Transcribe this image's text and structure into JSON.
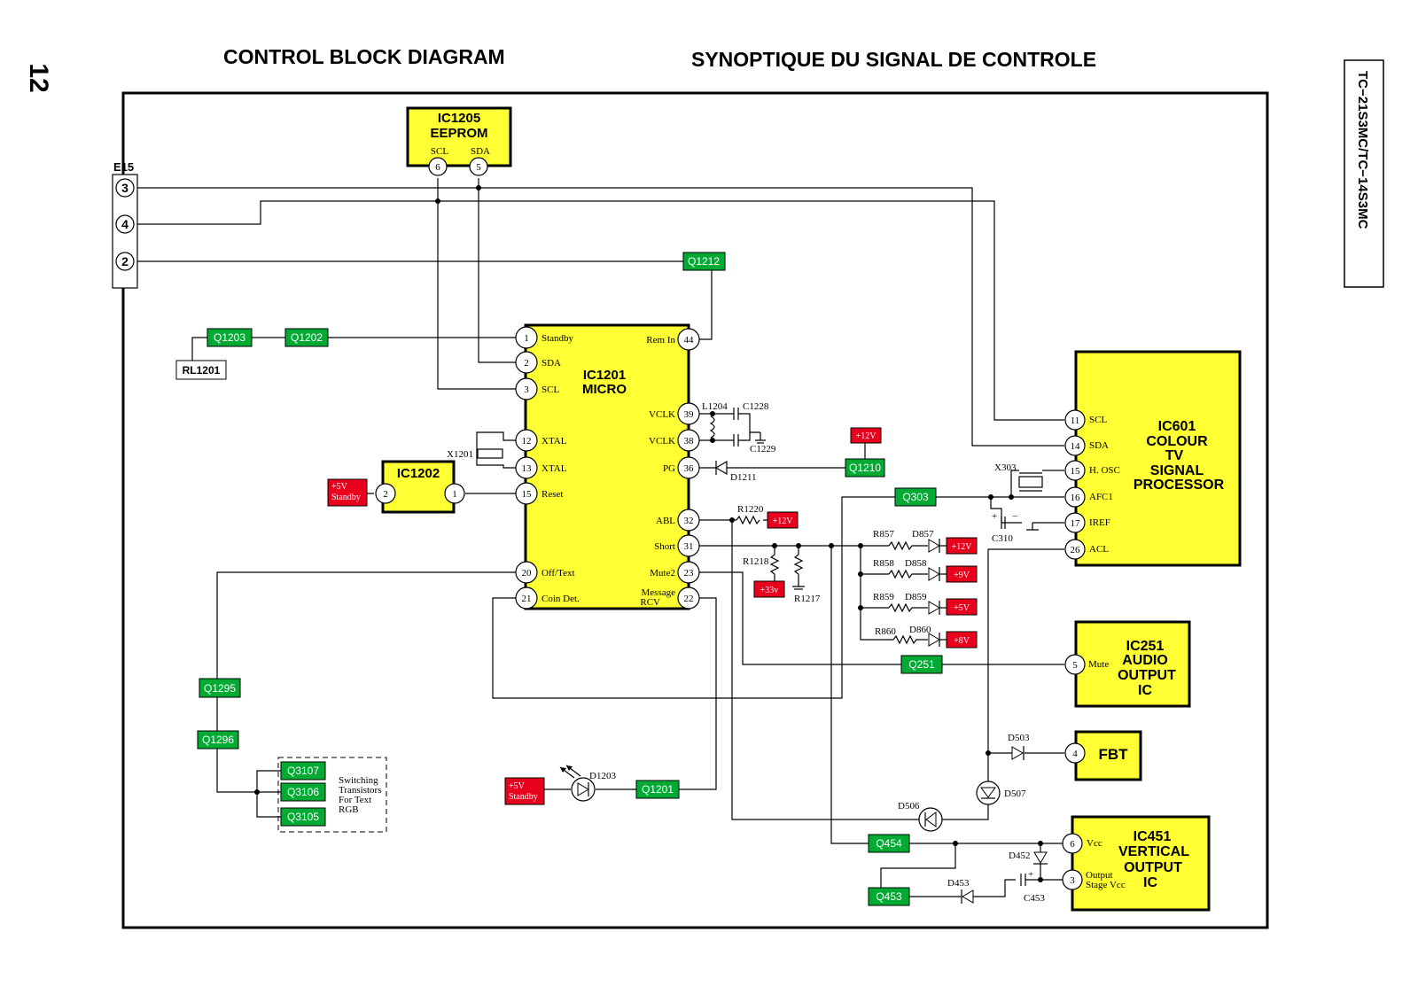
{
  "page_number": "12",
  "title_en": "CONTROL BLOCK DIAGRAM",
  "title_fr": "SYNOPTIQUE DU SIGNAL DE CONTROLE",
  "side_label": "TC−21S3MC/TC−14S3MC",
  "connector": {
    "name": "E15",
    "pins": [
      "3",
      "4",
      "2"
    ]
  },
  "ic1205": {
    "name": "IC1205",
    "sub": "EEPROM",
    "pins": [
      {
        "n": "6",
        "label": "SCL"
      },
      {
        "n": "5",
        "label": "SDA"
      }
    ]
  },
  "ic1201": {
    "name": "IC1201",
    "sub": "MICRO",
    "left_pins": [
      {
        "n": "1",
        "label": "Standby"
      },
      {
        "n": "2",
        "label": "SDA"
      },
      {
        "n": "3",
        "label": "SCL"
      },
      {
        "n": "12",
        "label": "XTAL"
      },
      {
        "n": "13",
        "label": "XTAL"
      },
      {
        "n": "15",
        "label": "Reset"
      },
      {
        "n": "20",
        "label": "Off/Text"
      },
      {
        "n": "21",
        "label": "Coin Det."
      }
    ],
    "right_pins": [
      {
        "n": "44",
        "label": "Rem In"
      },
      {
        "n": "39",
        "label": "VCLK"
      },
      {
        "n": "38",
        "label": "VCLK"
      },
      {
        "n": "36",
        "label": "PG"
      },
      {
        "n": "32",
        "label": "ABL"
      },
      {
        "n": "31",
        "label": "Short"
      },
      {
        "n": "23",
        "label": "Mute2"
      },
      {
        "n": "22",
        "label": "Message",
        "label2": "RCV"
      }
    ]
  },
  "ic1202": {
    "name": "IC1202",
    "pins": [
      "2",
      "1"
    ]
  },
  "ic601": {
    "lines": [
      "IC601",
      "COLOUR",
      "TV",
      "SIGNAL",
      "PROCESSOR"
    ],
    "pins": [
      {
        "n": "11",
        "label": "SCL"
      },
      {
        "n": "14",
        "label": "SDA"
      },
      {
        "n": "15",
        "label": "H. OSC"
      },
      {
        "n": "16",
        "label": "AFC1"
      },
      {
        "n": "17",
        "label": "IREF"
      },
      {
        "n": "26",
        "label": "ACL"
      }
    ]
  },
  "ic251": {
    "lines": [
      "IC251",
      "AUDIO",
      "OUTPUT",
      "IC"
    ],
    "pins": [
      {
        "n": "5",
        "label": "Mute"
      }
    ]
  },
  "fbt": {
    "name": "FBT",
    "pin": "4"
  },
  "ic451": {
    "lines": [
      "IC451",
      "VERTICAL",
      "OUTPUT",
      "IC"
    ],
    "pins": [
      {
        "n": "6",
        "label": "Vcc"
      },
      {
        "n": "3",
        "label": "Output",
        "label2": "Stage Vcc"
      }
    ]
  },
  "transistors": {
    "q1212": "Q1212",
    "q1203": "Q1203",
    "q1202": "Q1202",
    "q1210": "Q1210",
    "q303": "Q303",
    "q251": "Q251",
    "q1295": "Q1295",
    "q1296": "Q1296",
    "q3107": "Q3107",
    "q3106": "Q3106",
    "q3105": "Q3105",
    "q1201": "Q1201",
    "q454": "Q454",
    "q453": "Q453"
  },
  "supplies": {
    "p12v_a": "+12V",
    "p12v_b": "+12V",
    "p12v_c": "+12V",
    "p9v": "+9V",
    "p5v": "+5V",
    "p8v": "+8V",
    "p33v": "+33v",
    "standby_a_1": "+5V",
    "standby_a_2": "Standby",
    "standby_b_1": "+5V",
    "standby_b_2": "Standby"
  },
  "components": {
    "rl1201": "RL1201",
    "x1201": "X1201",
    "l1204": "L1204",
    "c1228": "C1228",
    "c1229": "C1229",
    "d1211": "D1211",
    "r1220": "R1220",
    "r1218": "R1218",
    "r1217": "R1217",
    "x303": "X303",
    "c310": "C310",
    "r857": "R857",
    "d857": "D857",
    "r858": "R858",
    "d858": "D858",
    "r859": "R859",
    "d859": "D859",
    "r860": "R860",
    "d860": "D860",
    "d503": "D503",
    "d507": "D507",
    "d506": "D506",
    "d452": "D452",
    "d453": "D453",
    "c453": "C453",
    "d1203": "D1203"
  },
  "note_lines": [
    "Switching",
    "Transistors",
    "For Text",
    "RGB"
  ]
}
